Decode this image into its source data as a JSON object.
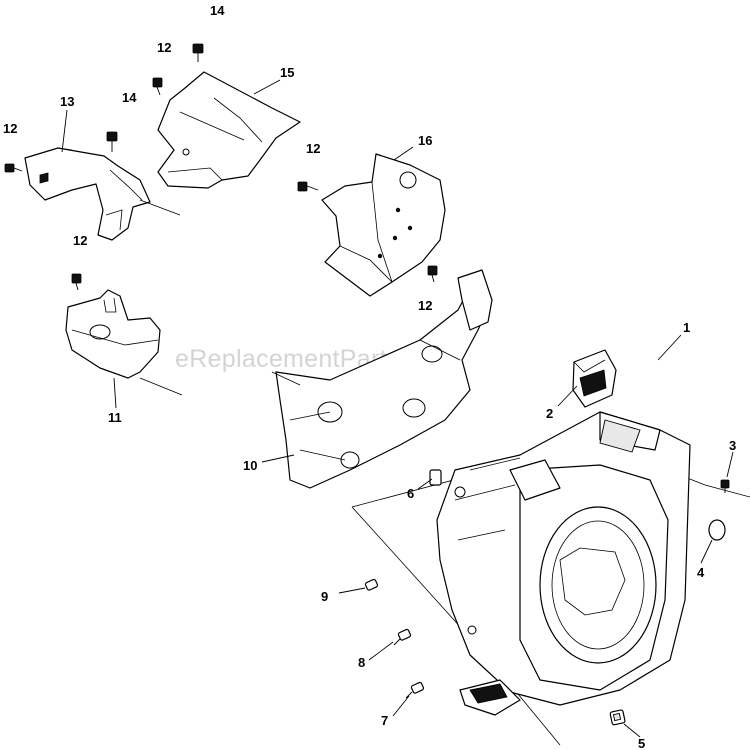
{
  "watermark": "eReplacementParts.com",
  "callouts": {
    "c1": "1",
    "c2": "2",
    "c3": "3",
    "c4": "4",
    "c5": "5",
    "c6": "6",
    "c7": "7",
    "c8": "8",
    "c9": "9",
    "c10": "10",
    "c11": "11",
    "c12a": "12",
    "c12b": "12",
    "c12c": "12",
    "c12d": "12",
    "c12e": "12",
    "c13": "13",
    "c14a": "14",
    "c14b": "14",
    "c15": "15",
    "c16": "16"
  }
}
